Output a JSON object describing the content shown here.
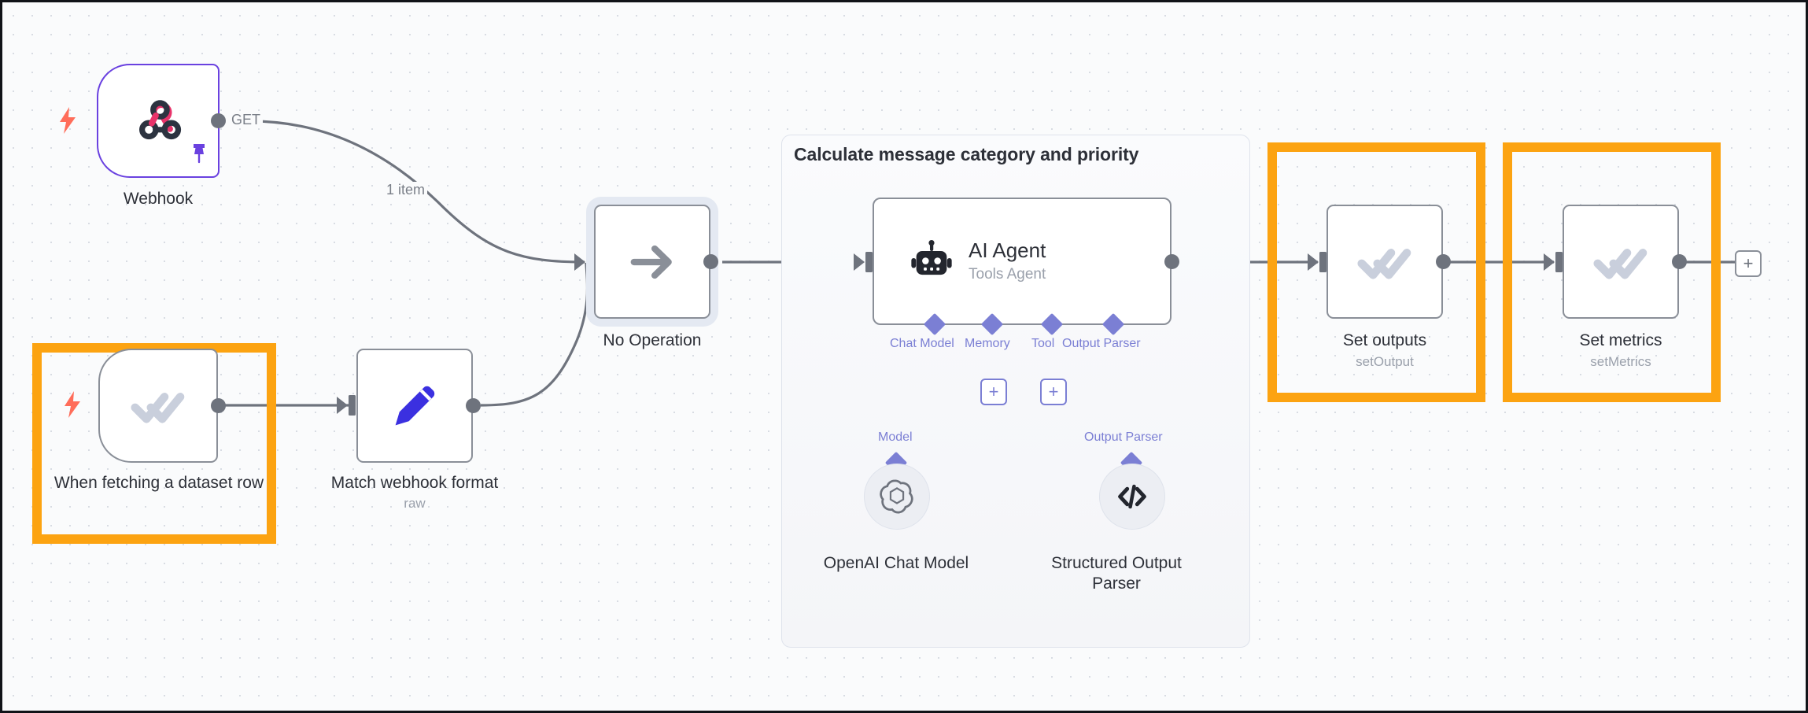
{
  "canvas": {
    "background_color": "#fafbfc",
    "grid_dot_color": "#d8dce3",
    "highlight_color": "#FCA311"
  },
  "group": {
    "title": "Calculate message category and priority"
  },
  "nodes": [
    {
      "id": "webhook",
      "label": "Webhook",
      "sublabel": "",
      "icon": "webhook-icon",
      "badges": [
        "trigger-bolt-icon",
        "pin-icon"
      ]
    },
    {
      "id": "when-fetching-dataset-row",
      "label": "When fetching a dataset row",
      "sublabel": "",
      "icon": "double-check-icon",
      "badges": [
        "trigger-bolt-icon"
      ],
      "highlighted": true
    },
    {
      "id": "match-webhook-format",
      "label": "Match webhook format",
      "sublabel": "raw",
      "icon": "pencil-icon"
    },
    {
      "id": "no-operation",
      "label": "No Operation",
      "sublabel": "",
      "icon": "arrow-right-icon",
      "selected": true
    },
    {
      "id": "ai-agent",
      "label": "AI Agent",
      "sublabel": "Tools Agent",
      "icon": "robot-icon"
    },
    {
      "id": "openai-chat-model",
      "label": "OpenAI Chat Model",
      "sublabel": "",
      "icon": "openai-icon"
    },
    {
      "id": "structured-output-parser",
      "label": "Structured Output Parser",
      "sublabel": "",
      "icon": "code-brackets-icon"
    },
    {
      "id": "set-outputs",
      "label": "Set outputs",
      "sublabel": "setOutput",
      "icon": "double-check-icon",
      "highlighted": true
    },
    {
      "id": "set-metrics",
      "label": "Set metrics",
      "sublabel": "setMetrics",
      "icon": "double-check-icon",
      "highlighted": true
    }
  ],
  "agent_ports": [
    {
      "label": "Chat Model"
    },
    {
      "label": "Memory"
    },
    {
      "label": "Tool"
    },
    {
      "label": "Output Parser"
    }
  ],
  "sub_connection_labels": [
    {
      "label": "Model"
    },
    {
      "label": "Output Parser"
    }
  ],
  "edge_labels": [
    {
      "label": "GET"
    },
    {
      "label": "1 item"
    }
  ],
  "add_buttons": [
    {
      "label": "+",
      "name": "add-memory-button"
    },
    {
      "label": "+",
      "name": "add-tool-button"
    },
    {
      "label": "+",
      "name": "add-next-node-button"
    }
  ]
}
